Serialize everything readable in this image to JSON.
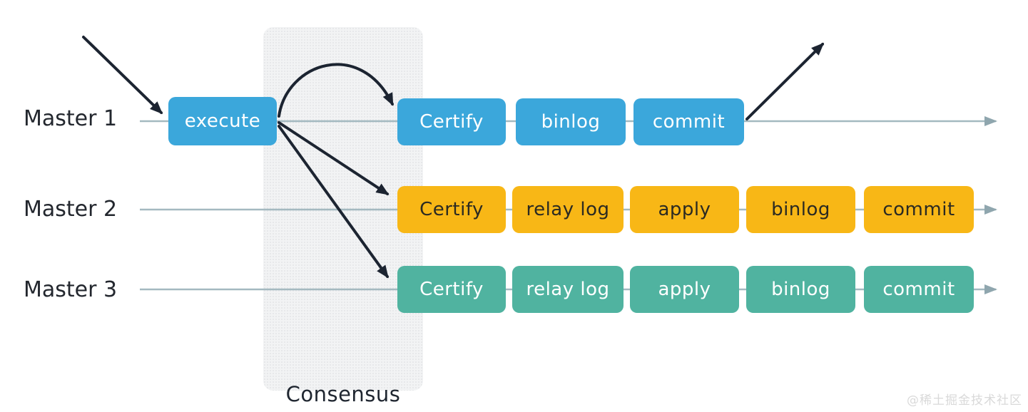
{
  "diagram": {
    "consensus_label": "Consensus",
    "watermark": "@稀土掘金技术社区",
    "lanes": [
      {
        "label": "Master 1",
        "color": "#3ba7db",
        "boxes": [
          "execute",
          "Certify",
          "binlog",
          "commit"
        ]
      },
      {
        "label": "Master 2",
        "color": "#f8b716",
        "boxes": [
          "Certify",
          "relay log",
          "apply",
          "binlog",
          "commit"
        ]
      },
      {
        "label": "Master 3",
        "color": "#50b3a0",
        "boxes": [
          "Certify",
          "relay log",
          "apply",
          "binlog",
          "commit"
        ]
      }
    ],
    "colors": {
      "master1_box": "#3ba7db",
      "master2_box": "#f8b716",
      "master3_box": "#50b3a0",
      "lane_line": "#a4b9c0",
      "flow_arrow": "#1c2431",
      "consensus_bg": "#f2f3f4"
    }
  }
}
